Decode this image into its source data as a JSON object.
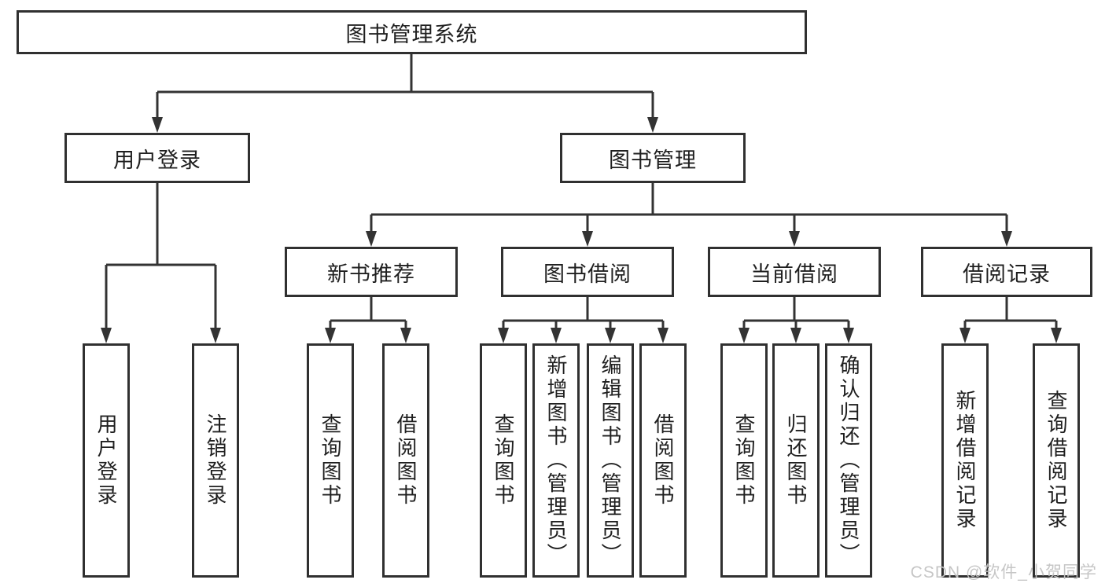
{
  "watermark": "CSDN @软件_小贺同学",
  "colors": {
    "line": "#333333",
    "box_border": "#303030",
    "box_fill": "#ffffff",
    "text": "#1f1f1f",
    "watermark": "#c3c3c3"
  },
  "structure": {
    "root": "图书管理系统",
    "children": [
      {
        "label": "用户登录",
        "children": [
          "用户登录",
          "注销登录"
        ]
      },
      {
        "label": "图书管理",
        "children": [
          {
            "label": "新书推荐",
            "children": [
              "查询图书",
              "借阅图书"
            ]
          },
          {
            "label": "图书借阅",
            "children": [
              "查询图书",
              "新增图书（管理员）",
              "编辑图书（管理员）",
              "借阅图书"
            ]
          },
          {
            "label": "当前借阅",
            "children": [
              "查询图书",
              "归还图书",
              "确认归还（管理员）"
            ]
          },
          {
            "label": "借阅记录",
            "children": [
              "新增借阅记录",
              "查询借阅记录"
            ]
          }
        ]
      }
    ]
  }
}
